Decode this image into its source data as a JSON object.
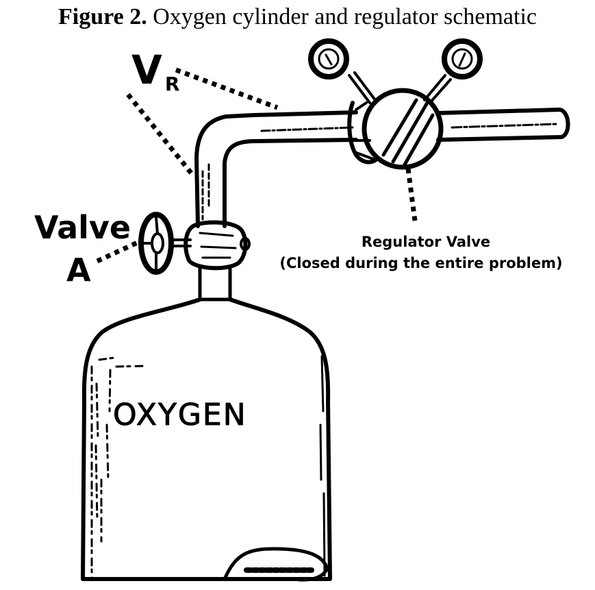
{
  "figure": {
    "number_label": "Figure 2.",
    "title": "Oxygen cylinder and regulator schematic"
  },
  "labels": {
    "vr_main": "V",
    "vr_sub": "R",
    "valve_line1": "Valve",
    "valve_line2": "A",
    "regulator_line1": "Regulator Valve",
    "regulator_line2": "(Closed during the entire problem)"
  },
  "cylinder": {
    "text": "OXYGEN"
  }
}
